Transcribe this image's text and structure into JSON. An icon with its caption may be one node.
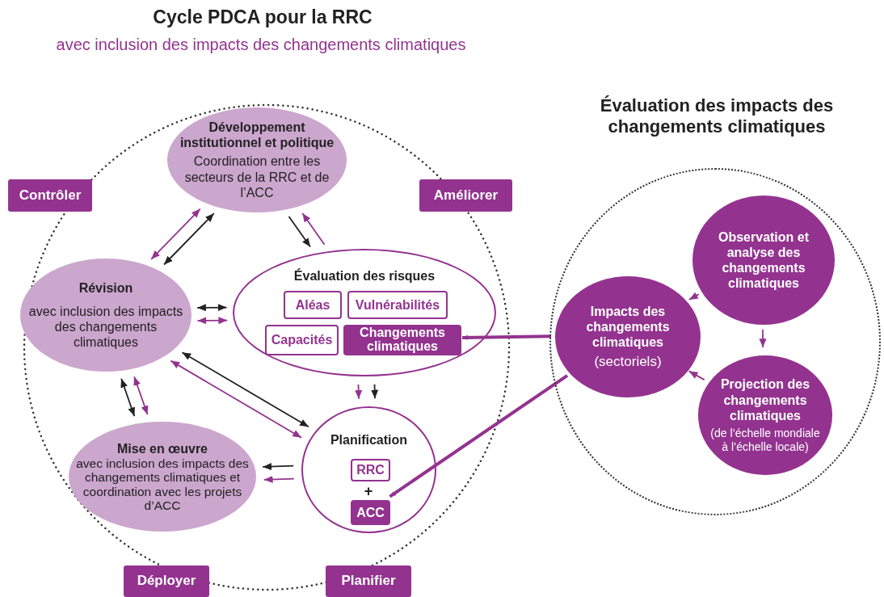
{
  "diagram": {
    "title": "Cycle PDCA pour la RRC",
    "nodes": [
      {
        "text": [
          "Développement institutionnel et politique",
          "Coordination entre les secteurs de la RRC et de l’ACC"
        ]
      },
      {
        "text": [
          "Révision",
          "avec inclusion des impacts des changements climatiques"
        ]
      },
      {
        "text": [
          "Évaluation des risques"
        ]
      },
      {
        "text": [
          "Aléas"
        ],
        "in": 2
      },
      {
        "text": [
          "Vulnérabilités"
        ],
        "in": 2
      },
      {
        "text": [
          "Capacités"
        ],
        "in": 2
      },
      {
        "text": [
          "Changements climatiques"
        ],
        "in": 2
      },
      {
        "text": [
          "Mise en œuvre",
          "avec inclusion des impacts des changements climatiques et coordination avec les projets d’ACC"
        ]
      },
      {
        "text": [
          "Planification"
        ]
      },
      {
        "text": [
          "RRC"
        ],
        "in": 8
      },
      {
        "text": [
          "ACC"
        ],
        "in": 8
      },
      {
        "text": [
          "Évaluation des impacts des changements climatiques"
        ]
      },
      {
        "text": [
          "Observation et analyse des changements climatiques"
        ],
        "in": 11
      },
      {
        "text": [
          "Impacts des changements climatiques",
          "(sectoriels)"
        ],
        "in": 11
      },
      {
        "text": [
          "Projection des changements climatiques",
          "(de l’échelle mondiale à l’échelle locale)"
        ],
        "in": 11
      },
      {
        "text": [
          "Contrôler"
        ]
      },
      {
        "text": [
          "Améliorer"
        ]
      },
      {
        "text": [
          "Déployer"
        ]
      },
      {
        "text": [
          "Planifier"
        ]
      }
    ],
    "edges": [
      {
        "from": 0,
        "to": 1,
        "arrow": "both",
        "color": "#222222"
      },
      {
        "from": 0,
        "to": 1,
        "arrow": "both"
      },
      {
        "from": 0,
        "to": 2,
        "arrow": "to",
        "color": "#222222"
      },
      {
        "from": 2,
        "to": 0,
        "arrow": "to"
      },
      {
        "from": 1,
        "to": 2,
        "arrow": "both",
        "color": "#222222"
      },
      {
        "from": 1,
        "to": 2,
        "arrow": "both"
      },
      {
        "from": 1,
        "to": 8,
        "arrow": "both",
        "color": "#222222"
      },
      {
        "from": 1,
        "to": 8,
        "arrow": "both"
      },
      {
        "from": 2,
        "to": 8,
        "arrow": "to",
        "color": "#222222"
      },
      {
        "from": 2,
        "to": 8,
        "arrow": "to"
      },
      {
        "from": 1,
        "to": 7,
        "arrow": "both",
        "color": "#222222"
      },
      {
        "from": 1,
        "to": 7,
        "arrow": "both"
      },
      {
        "from": 8,
        "to": 7,
        "arrow": "to",
        "color": "#222222"
      },
      {
        "from": 8,
        "to": 7,
        "arrow": "to"
      },
      {
        "from": 13,
        "to": 6,
        "arrow": "to",
        "style": "thick"
      },
      {
        "from": 13,
        "to": 10,
        "arrow": "to",
        "style": "thick"
      },
      {
        "from": 12,
        "to": 13,
        "arrow": "to"
      },
      {
        "from": 12,
        "to": 14,
        "arrow": "to"
      },
      {
        "from": 14,
        "to": 13,
        "arrow": "to"
      }
    ],
    "labels": [
      "avec inclusion des impacts des changements climatiques",
      "+"
    ]
  }
}
